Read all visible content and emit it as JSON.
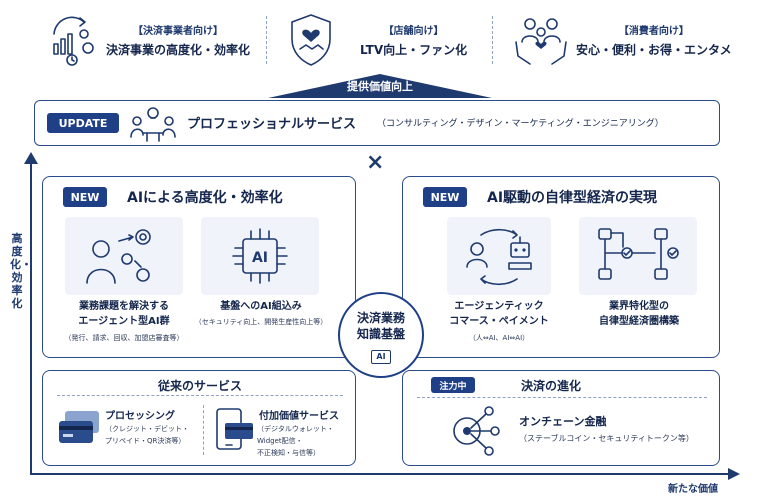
{
  "top": {
    "segments": [
      {
        "sub": "【決済事業者向け】",
        "main": "決済事業の高度化・効率化",
        "icon": "chart-gear-icon"
      },
      {
        "sub": "【店舗向け】",
        "main": "LTV向上・ファン化",
        "icon": "shield-handshake-icon"
      },
      {
        "sub": "【消費者向け】",
        "main": "安心・便利・お得・エンタメ",
        "icon": "family-hands-icon"
      }
    ],
    "arrow_label": "提供価値向上"
  },
  "update": {
    "badge": "UPDATE",
    "title": "プロフェッショナルサービス",
    "detail": "（コンサルティング・デザイン・マーケティング・エンジニアリング）",
    "icon": "consulting-people-icon"
  },
  "cross": "×",
  "axis": {
    "y_label": "高度化・効率化",
    "x_label": "新たな価値"
  },
  "left_panel": {
    "badge": "NEW",
    "title": "AIによる高度化・効率化",
    "items": [
      {
        "caption_1": "業務課題を解決する",
        "caption_2": "エージェント型AI群",
        "note": "（発行、請求、回収、加盟店審査等）",
        "icon": "agent-ai-icon"
      },
      {
        "caption_1": "基盤へのAI組込み",
        "note": "（セキュリティ向上、開発生産性向上等）",
        "icon": "ai-chip-icon",
        "chip_label": "AI"
      }
    ]
  },
  "right_panel": {
    "badge": "NEW",
    "title": "AI駆動の自律型経済の実現",
    "items": [
      {
        "caption_1": "エージェンティック",
        "caption_2": "コマース・ペイメント",
        "note": "（人⇔AI、AI⇔AI）",
        "icon": "human-robot-icon"
      },
      {
        "caption_1": "業界特化型の",
        "caption_2": "自律型経済圏構築",
        "icon": "robot-network-icon"
      }
    ]
  },
  "center": {
    "line1": "決済業務",
    "line2": "知識基盤",
    "badge": "AI"
  },
  "bottom_left": {
    "title": "従来のサービス",
    "items": [
      {
        "caption": "プロセッシング",
        "note_1": "（クレジット・デビット・",
        "note_2": "プリペイド・QR決済等）",
        "icon": "credit-cards-icon"
      },
      {
        "caption": "付加価値サービス",
        "note_1": "（デジタルウォレット・Widget配信・",
        "note_2": "不正検知・与信等）",
        "icon": "smartphone-card-icon"
      }
    ]
  },
  "bottom_right": {
    "badge": "注力中",
    "title": "決済の進化",
    "caption": "オンチェーン金融",
    "note": "（ステーブルコイン・セキュリティトークン等）",
    "icon": "blockchain-network-icon"
  }
}
